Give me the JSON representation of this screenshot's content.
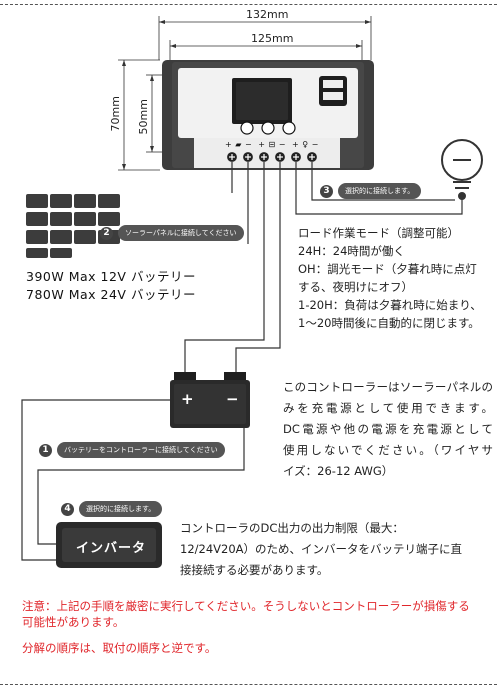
{
  "dimensions": {
    "width_132": "132mm",
    "width_125": "125mm",
    "height_70": "70mm",
    "height_50": "50mm"
  },
  "controller": {
    "terminal_symbols": "+ ▰ −  + ⊟ −  + ♀ −"
  },
  "steps": [
    {
      "num": "1",
      "label": "バッテリーをコントローラーに接続してください"
    },
    {
      "num": "2",
      "label": "ソーラーパネルに接続してください"
    },
    {
      "num": "3",
      "label": "選択的に接続します。"
    },
    {
      "num": "4",
      "label": "選択的に接続します。"
    }
  ],
  "battery_spec": {
    "line1": "390W Max 12V バッテリー",
    "line2": "780W Max  24V バッテリー"
  },
  "battery": {
    "plus": "+",
    "minus": "−"
  },
  "load_mode": {
    "title": "ロード作業モード（調整可能）",
    "l1": "24H：24時間が働く",
    "l2": "OH：調光モード（夕暮れ時に点灯",
    "l3": "する、夜明けにオフ）",
    "l4": "1-20H：負荷は夕暮れ時に始まり、",
    "l5": "1～20時間後に自動的に閉じます。"
  },
  "usage_note": {
    "l1": "このコントローラーはソーラーパネルの",
    "l2": "みを充電源として使用できます。",
    "l3": "DC電源や他の電源を充電源として",
    "l4": "使用しないでください。（ワイヤサ",
    "l5": "イズ：26-12 AWG）"
  },
  "inverter": {
    "label": "インバータ"
  },
  "inverter_note": {
    "l1": "コントローラのDC出力の出力制限（最大：",
    "l2": "12/24V20A）のため、インバータをバッテリ端子に直",
    "l3": "接接続する必要があります。"
  },
  "warning": {
    "l1": "注意：上記の手順を厳密に実行してください。そうしないとコントローラーが損傷する",
    "l2": "可能性があります。",
    "l3": "分解の順序は、取付の順序と逆です。"
  },
  "colors": {
    "warning": "#e0262b",
    "badge": "#555555",
    "device": "#3a3a3a"
  }
}
